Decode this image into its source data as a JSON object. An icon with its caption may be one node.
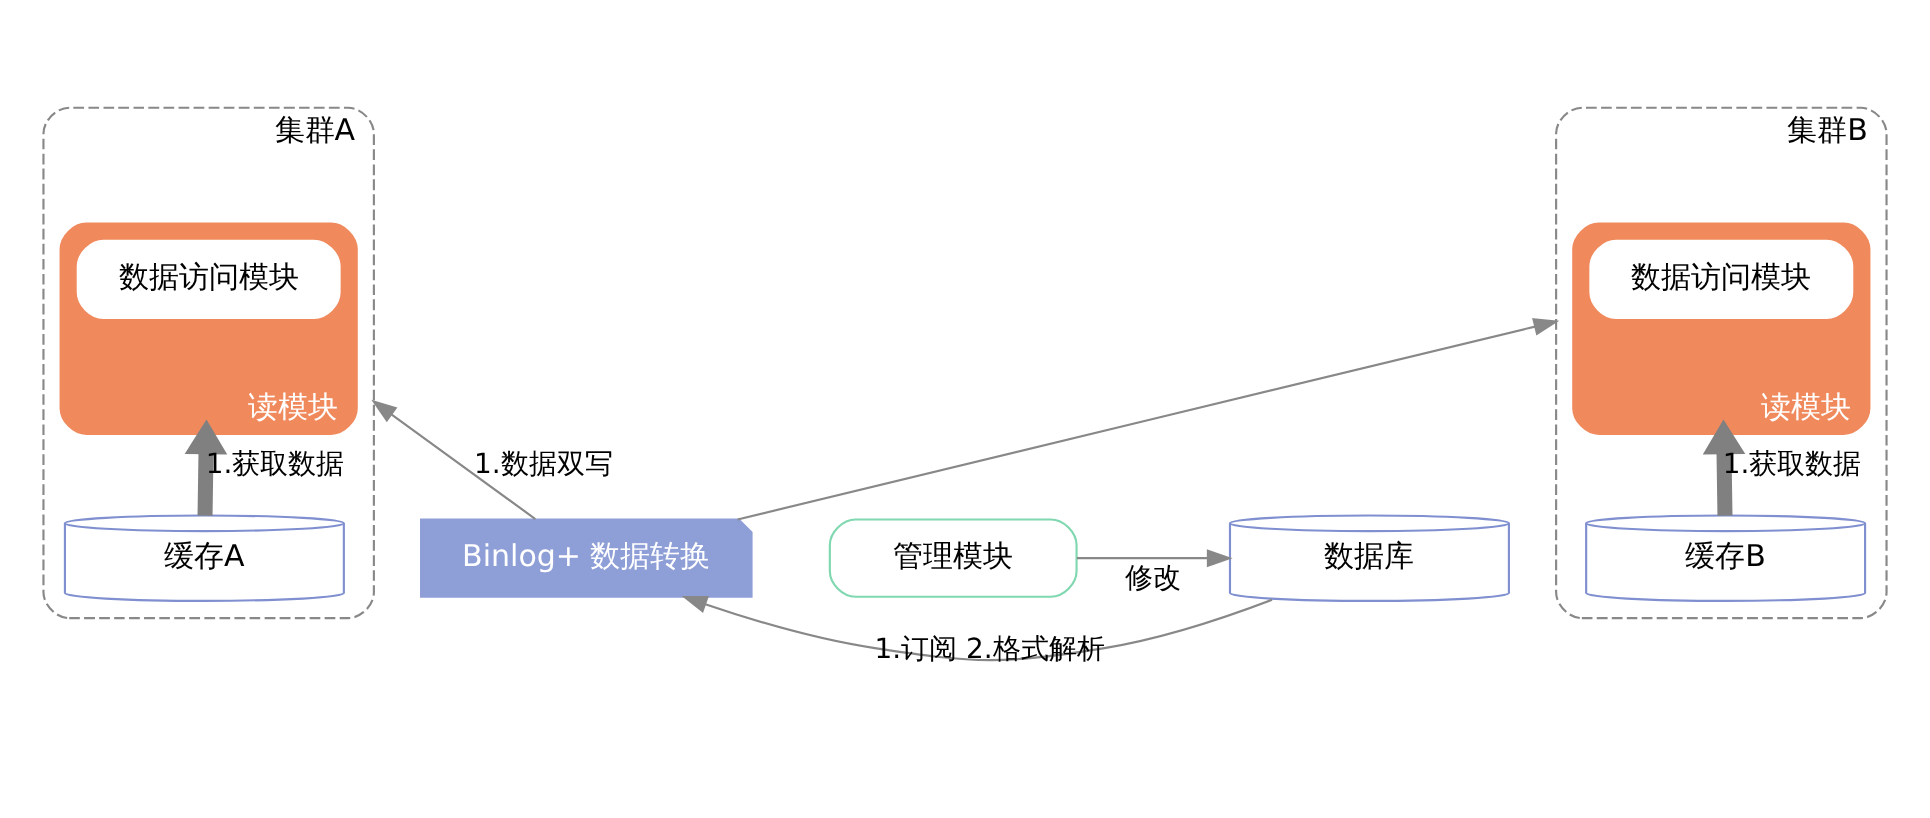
{
  "diagram": {
    "nodes": [
      {
        "text": [
          "集群A"
        ]
      },
      {
        "text": [
          "读模块"
        ],
        "in": 0
      },
      {
        "text": [
          "数据访问模块"
        ],
        "in": 1
      },
      {
        "text": [
          "缓存A"
        ],
        "in": 0
      },
      {
        "text": [
          "集群B"
        ]
      },
      {
        "text": [
          "读模块"
        ],
        "in": 4
      },
      {
        "text": [
          "数据访问模块"
        ],
        "in": 5
      },
      {
        "text": [
          "缓存B"
        ],
        "in": 4
      },
      {
        "text": [
          "Binlog+ 数据转换"
        ]
      },
      {
        "text": [
          "数据库"
        ]
      },
      {
        "text": [
          "管理模块"
        ]
      }
    ],
    "edges": [
      {
        "from": 3,
        "to": 1,
        "arrow": "to",
        "label": "1.获取数据",
        "style": "thick"
      },
      {
        "from": 7,
        "to": 5,
        "arrow": "to",
        "label": "1.获取数据",
        "style": "thick"
      },
      {
        "from": 8,
        "to": 0,
        "arrow": "to",
        "label": "1.数据双写"
      },
      {
        "from": 8,
        "to": 4,
        "arrow": "to"
      },
      {
        "from": 9,
        "to": 8,
        "arrow": "to",
        "label": "1.订阅 2.格式解析"
      },
      {
        "from": 10,
        "to": 9,
        "arrow": "to",
        "label": "修改"
      }
    ]
  }
}
